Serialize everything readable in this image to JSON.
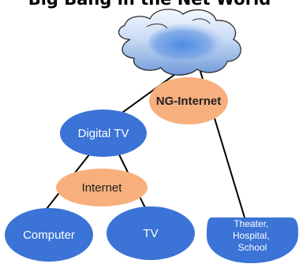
{
  "title": "Big Bang in the Net World",
  "nodes": {
    "ng_internet": "NG-Internet",
    "digital_tv": "Digital TV",
    "internet": "Internet",
    "computer": "Computer",
    "tv": "TV",
    "venues": [
      "Theater,",
      "Hospital,",
      "School"
    ]
  },
  "colors": {
    "blue_node": "#3b73d6",
    "orange_node": "#f7b07d",
    "cloud_top": "#f4f8ff",
    "cloud_bottom": "#6f9ad8",
    "line": "#000000"
  },
  "icons": [
    "cloud-icon"
  ]
}
